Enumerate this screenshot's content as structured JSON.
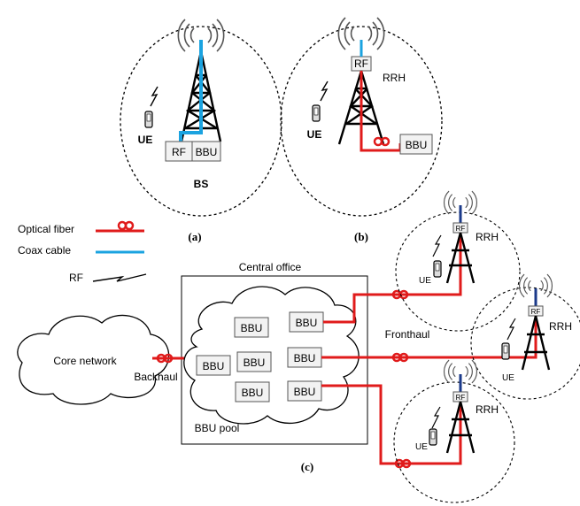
{
  "colors": {
    "fiber": "#e01b1b",
    "coax": "#1ba3e0",
    "line": "#000000",
    "box_fill": "#f2f2f2"
  },
  "panel_a": {
    "ue": "UE",
    "rf": "RF",
    "bbu": "BBU",
    "bs": "BS",
    "caption": "(a)"
  },
  "panel_b": {
    "ue": "UE",
    "rf": "RF",
    "rrh": "RRH",
    "bbu": "BBU",
    "caption": "(b)"
  },
  "legend": {
    "optical_fiber": "Optical fiber",
    "coax_cable": "Coax cable",
    "rf": "RF"
  },
  "panel_c": {
    "central_office": "Central office",
    "core_network": "Core network",
    "backhaul": "Backhaul",
    "fronthaul": "Fronthaul",
    "bbu_pool": "BBU pool",
    "bbu": "BBU",
    "caption": "(c)",
    "rrh": "RRH",
    "rf": "RF",
    "ue": "UE"
  }
}
